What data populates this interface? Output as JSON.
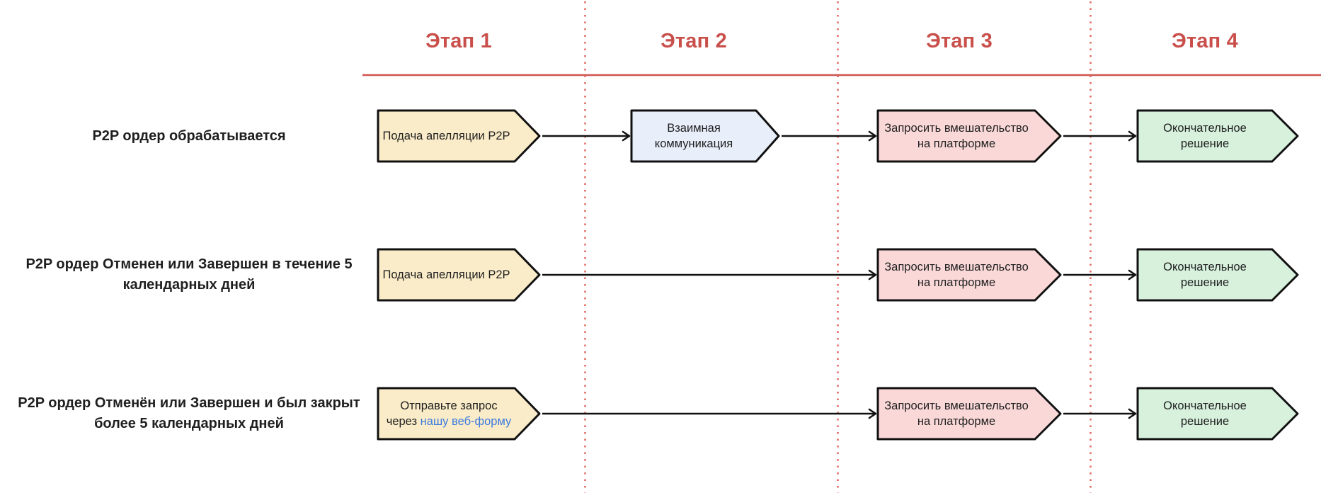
{
  "stages": [
    {
      "label": "Этап 1"
    },
    {
      "label": "Этап 2"
    },
    {
      "label": "Этап 3"
    },
    {
      "label": "Этап 4"
    }
  ],
  "rows": [
    {
      "label": "P2P ордер обрабатывается",
      "stage1": "Подача апелляции P2P",
      "stage2": "Взаимная коммуникация",
      "stage3": "Запросить вмешательство на платформе",
      "stage4": "Окончательное решение"
    },
    {
      "label": "P2P ордер Отменен или Завершен в течение 5 календарных дней",
      "stage1": "Подача апелляции P2P",
      "stage3": "Запросить вмешательство на платформе",
      "stage4": "Окончательное решение"
    },
    {
      "label": "P2P ордер Отменён или Завершен и был закрыт более 5 календарных дней",
      "stage1_line1": "Отправьте запрос",
      "stage1_line2_prefix": "через ",
      "stage1_link": "нашу веб-форму",
      "stage3": "Запросить вмешательство на платформе",
      "stage4": "Окончательное решение"
    }
  ],
  "colors": {
    "header_red": "#c94f4b",
    "line_red": "#d2544e",
    "divider_red": "#e2655e",
    "node_yellow": "#faecc8",
    "node_blue": "#e8eefa",
    "node_pink": "#fad8d8",
    "node_green": "#d7f1dd",
    "link_blue": "#3c7bdf",
    "outline": "#111111"
  }
}
